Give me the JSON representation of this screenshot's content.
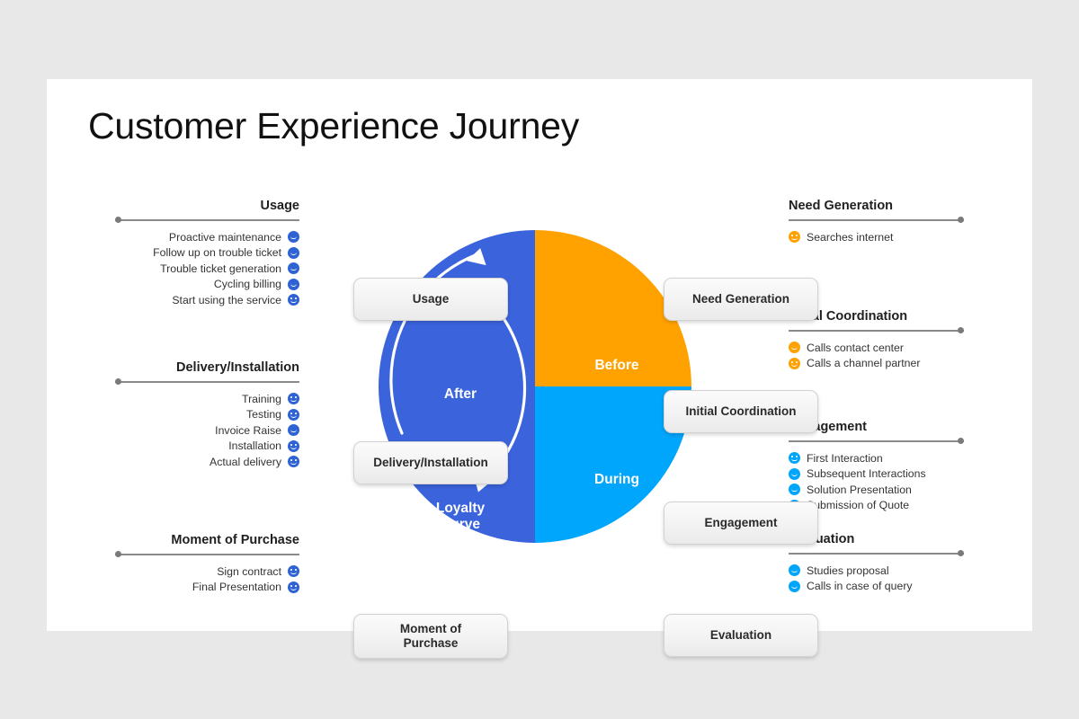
{
  "title": "Customer Experience Journey",
  "colors": {
    "blue_dark": "#3b63dc",
    "orange": "#ffa200",
    "blue_light": "#00a5fc",
    "slide_bg": "#ffffff",
    "page_bg": "#e8e8e9"
  },
  "wheel": {
    "segments": [
      {
        "name": "before",
        "label": "Before",
        "color": "#ffa200"
      },
      {
        "name": "during",
        "label": "During",
        "color": "#00a5fc"
      },
      {
        "name": "after",
        "label": "After",
        "color": "#3b63dc"
      },
      {
        "name": "loyalty",
        "label": "Loyalty\nCurve",
        "color": "#3b63dc"
      }
    ]
  },
  "boxes": {
    "usage": "Usage",
    "delivery": "Delivery/Installation",
    "moment": "Moment of\nPurchase",
    "need": "Need Generation",
    "initial": "Initial Coordination",
    "engagement": "Engagement",
    "evaluation": "Evaluation"
  },
  "left_groups": [
    {
      "id": "usage",
      "heading": "Usage",
      "icon_color": "#2f63d4",
      "items": [
        {
          "text": "Proactive maintenance",
          "face": "neutral"
        },
        {
          "text": "Follow up on trouble ticket",
          "face": "neutral"
        },
        {
          "text": "Trouble ticket generation",
          "face": "neutral"
        },
        {
          "text": "Cycling billing",
          "face": "neutral"
        },
        {
          "text": "Start using the service",
          "face": "smile"
        }
      ]
    },
    {
      "id": "delivery",
      "heading": "Delivery/Installation",
      "icon_color": "#2f63d4",
      "items": [
        {
          "text": "Training",
          "face": "smile"
        },
        {
          "text": "Testing",
          "face": "smile"
        },
        {
          "text": "Invoice Raise",
          "face": "neutral"
        },
        {
          "text": "Installation",
          "face": "smile"
        },
        {
          "text": "Actual delivery",
          "face": "smile"
        }
      ]
    },
    {
      "id": "moment",
      "heading": "Moment of Purchase",
      "icon_color": "#2f63d4",
      "items": [
        {
          "text": "Sign contract",
          "face": "smile"
        },
        {
          "text": "Final Presentation",
          "face": "smile"
        }
      ]
    }
  ],
  "right_groups": [
    {
      "id": "need",
      "heading": "Need Generation",
      "icon_color": "#ffa200",
      "items": [
        {
          "text": "Searches internet",
          "face": "smile"
        }
      ]
    },
    {
      "id": "initial",
      "heading": "Initial Coordination",
      "icon_color": "#ffa200",
      "items": [
        {
          "text": "Calls contact center",
          "face": "neutral"
        },
        {
          "text": "Calls a channel partner",
          "face": "smile"
        }
      ]
    },
    {
      "id": "engagement",
      "heading": "Engagement",
      "icon_color": "#00a5fc",
      "items": [
        {
          "text": "First Interaction",
          "face": "smile"
        },
        {
          "text": "Subsequent Interactions",
          "face": "neutral"
        },
        {
          "text": "Solution Presentation",
          "face": "neutral"
        },
        {
          "text": "Submission of Quote",
          "face": "neutral"
        }
      ]
    },
    {
      "id": "evaluation",
      "heading": "Evaluation",
      "icon_color": "#00a5fc",
      "items": [
        {
          "text": "Studies proposal",
          "face": "neutral"
        },
        {
          "text": "Calls in case of query",
          "face": "neutral"
        }
      ]
    }
  ]
}
